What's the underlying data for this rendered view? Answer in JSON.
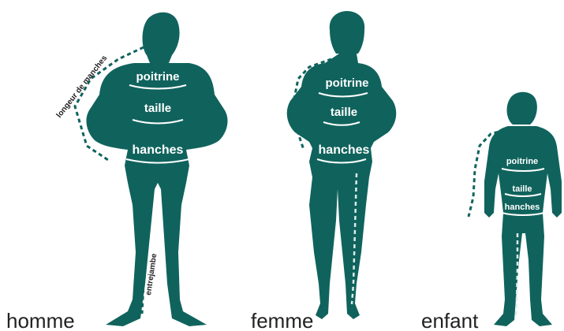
{
  "figures": {
    "homme": {
      "caption": "homme",
      "labels": {
        "poitrine": "poitrine",
        "taille": "taille",
        "hanches": "hanches",
        "longueur": "longeur de manches",
        "entrejambe": "entrejambe"
      }
    },
    "femme": {
      "caption": "femme",
      "labels": {
        "poitrine": "poitrine",
        "taille": "taille",
        "hanches": "hanches"
      }
    },
    "enfant": {
      "caption": "enfant",
      "labels": {
        "poitrine": "poitrine",
        "taille": "taille",
        "hanches": "hanches"
      }
    }
  },
  "colors": {
    "body": "#10635d",
    "measure_line": "#ffffff",
    "caption": "#222222"
  }
}
